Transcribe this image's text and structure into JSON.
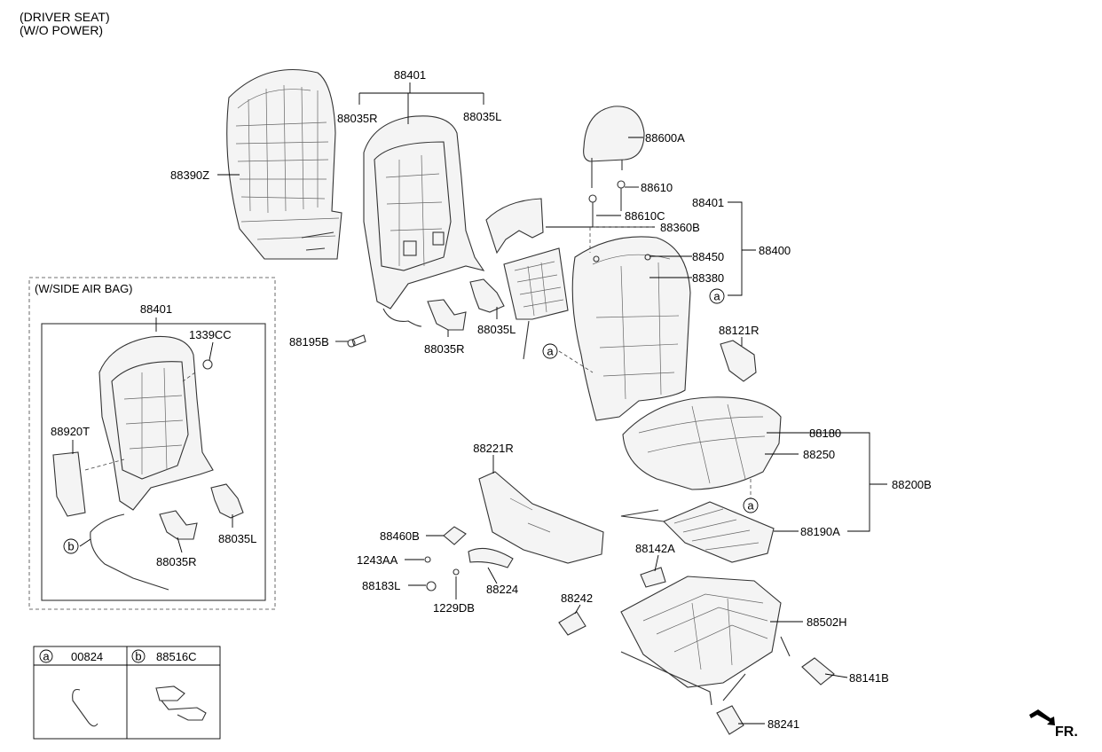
{
  "header": {
    "line1": "(DRIVER SEAT)",
    "line2": "(W/O POWER)"
  },
  "airbag_box_title": "(W/SIDE AIR BAG)",
  "parts": {
    "p88401_top": "88401",
    "p88035R_top": "88035R",
    "p88035L_top": "88035L",
    "p88390Z": "88390Z",
    "p88600A": "88600A",
    "p88610": "88610",
    "p88610C": "88610C",
    "p88401_right": "88401",
    "p88360B": "88360B",
    "p88450": "88450",
    "p88380": "88380",
    "p88400": "88400",
    "callout_a_right": "a",
    "p88195B": "88195B",
    "p88035R_mid": "88035R",
    "p88035L_mid": "88035L",
    "callout_a_mid": "a",
    "p88121R": "88121R",
    "p88401_box": "88401",
    "p1339CC": "1339CC",
    "p88920T": "88920T",
    "callout_b_box": "b",
    "p88035R_box": "88035R",
    "p88035L_box": "88035L",
    "p88180": "88180",
    "p88250": "88250",
    "p88200B": "88200B",
    "callout_a_cushion": "a",
    "p88190A": "88190A",
    "p88221R": "88221R",
    "p88460B": "88460B",
    "p1243AA": "1243AA",
    "p88183L": "88183L",
    "p1229DB": "1229DB",
    "p88224": "88224",
    "p88142A": "88142A",
    "p88242": "88242",
    "p88502H": "88502H",
    "p88141B": "88141B",
    "p88241": "88241"
  },
  "legend": {
    "a_letter": "a",
    "a_part": "00824",
    "b_letter": "b",
    "b_part": "88516C"
  },
  "direction": "FR."
}
